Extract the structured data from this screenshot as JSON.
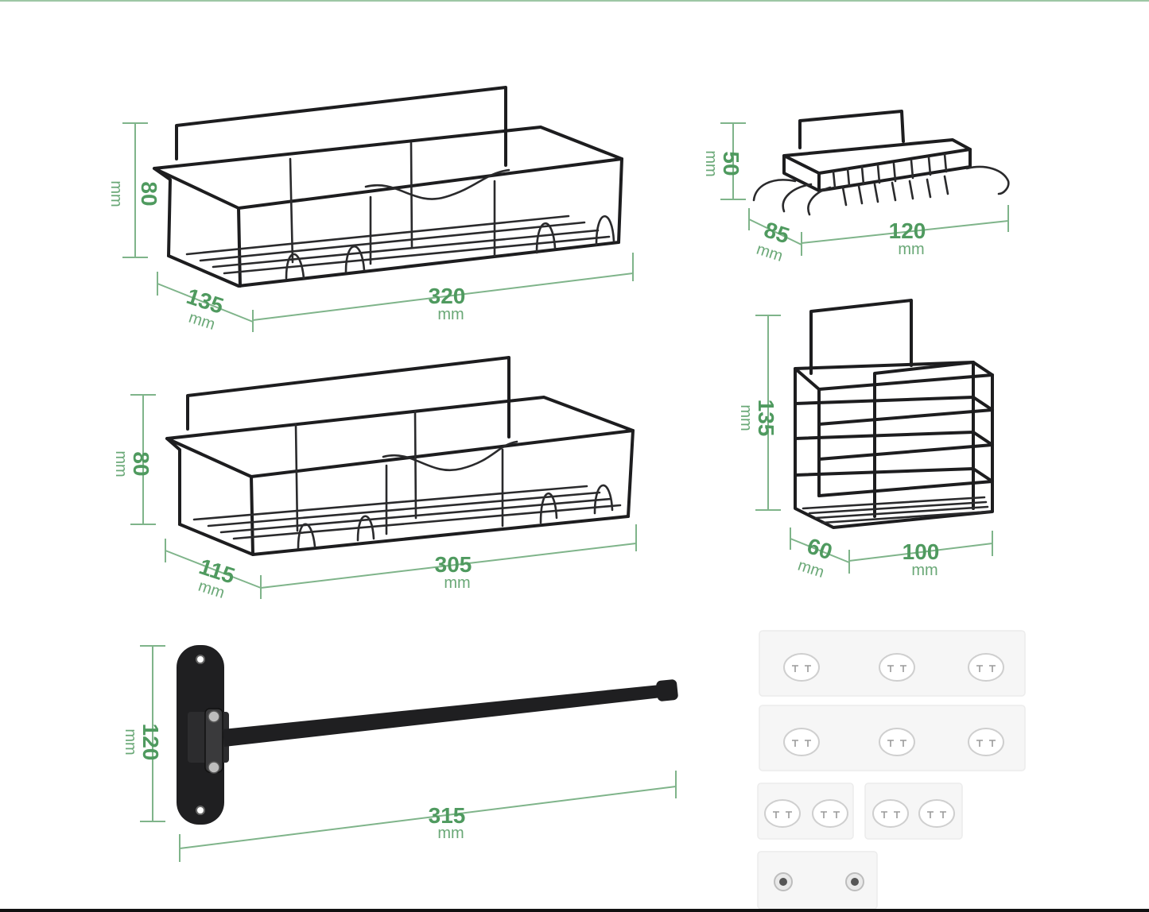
{
  "colors": {
    "dimension_text": "#4f9a5f",
    "dimension_line": "#7fb48a",
    "product": "#1d1d1f",
    "background": "#ffffff"
  },
  "large_basket": {
    "height": "80",
    "height_unit": "mm",
    "depth": "135",
    "depth_unit": "mm",
    "width": "320",
    "width_unit": "mm"
  },
  "medium_basket": {
    "height": "80",
    "height_unit": "mm",
    "depth": "115",
    "depth_unit": "mm",
    "width": "305",
    "width_unit": "mm"
  },
  "soap_holder": {
    "height": "50",
    "height_unit": "mm",
    "depth": "85",
    "depth_unit": "mm",
    "width": "120",
    "width_unit": "mm"
  },
  "toothbrush_holder": {
    "height": "135",
    "height_unit": "mm",
    "depth": "60",
    "depth_unit": "mm",
    "width": "100",
    "width_unit": "mm"
  },
  "towel_bar": {
    "height": "120",
    "height_unit": "mm",
    "length": "315",
    "length_unit": "mm"
  },
  "adhesive_pads": {
    "icon": "adhesive-hook-pad-icon",
    "pads": [
      {
        "hooks": 3
      },
      {
        "hooks": 3
      },
      {
        "hooks": 2
      },
      {
        "hooks": 2
      },
      {
        "hooks": 2
      }
    ]
  }
}
